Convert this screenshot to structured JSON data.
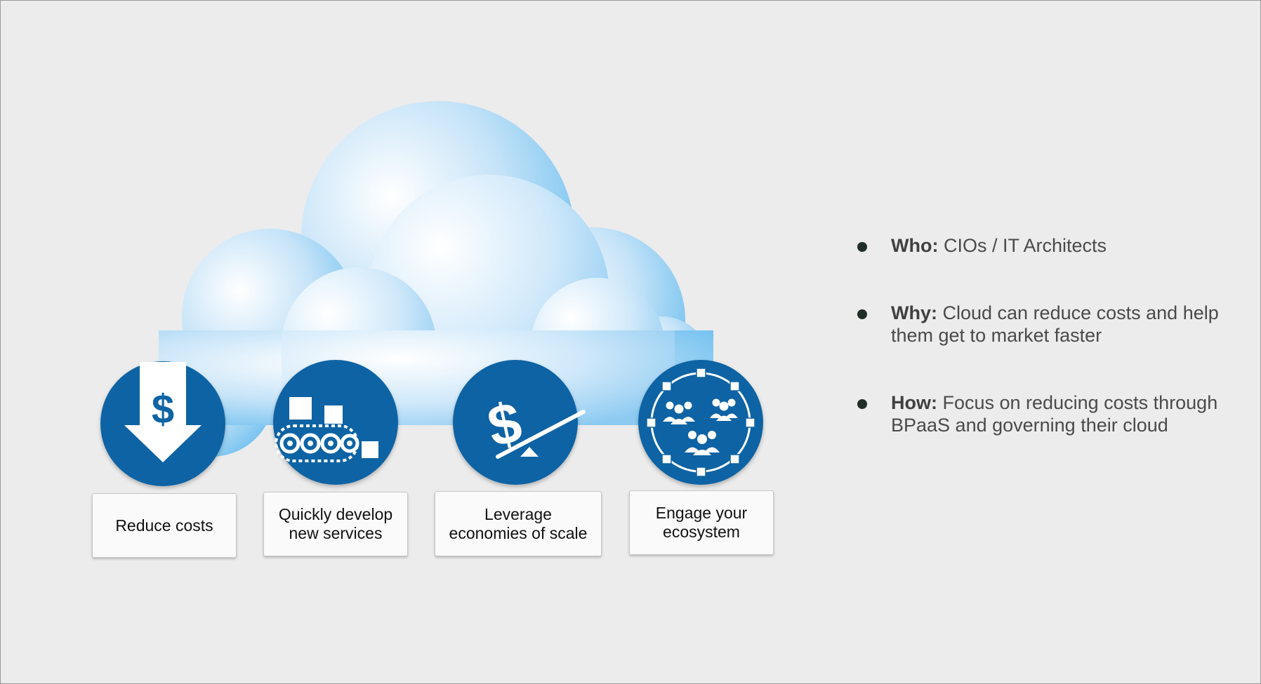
{
  "features": [
    {
      "icon": "dollar-down-arrow-icon",
      "label_lines": [
        "Reduce costs"
      ]
    },
    {
      "icon": "conveyor-belt-icon",
      "label_lines": [
        "Quickly develop",
        "new services"
      ]
    },
    {
      "icon": "dollar-seesaw-icon",
      "label_lines": [
        "Leverage",
        "economies of scale"
      ]
    },
    {
      "icon": "ecosystem-network-icon",
      "label_lines": [
        "Engage your",
        "ecosystem"
      ]
    }
  ],
  "bullets": [
    {
      "key": "Who:",
      "text": " CIOs / IT Architects"
    },
    {
      "key": "Why:",
      "text": " Cloud can reduce costs and help them get to market faster"
    },
    {
      "key": "How:",
      "text": " Focus on reducing costs through BPaaS and governing their cloud"
    }
  ],
  "colors": {
    "background": "#ececec",
    "icon_blue": "#0f64a4",
    "cloud_light": "#eef6fd",
    "cloud_dark": "#4fb2ea",
    "bullet_dot": "#1f2f28"
  }
}
